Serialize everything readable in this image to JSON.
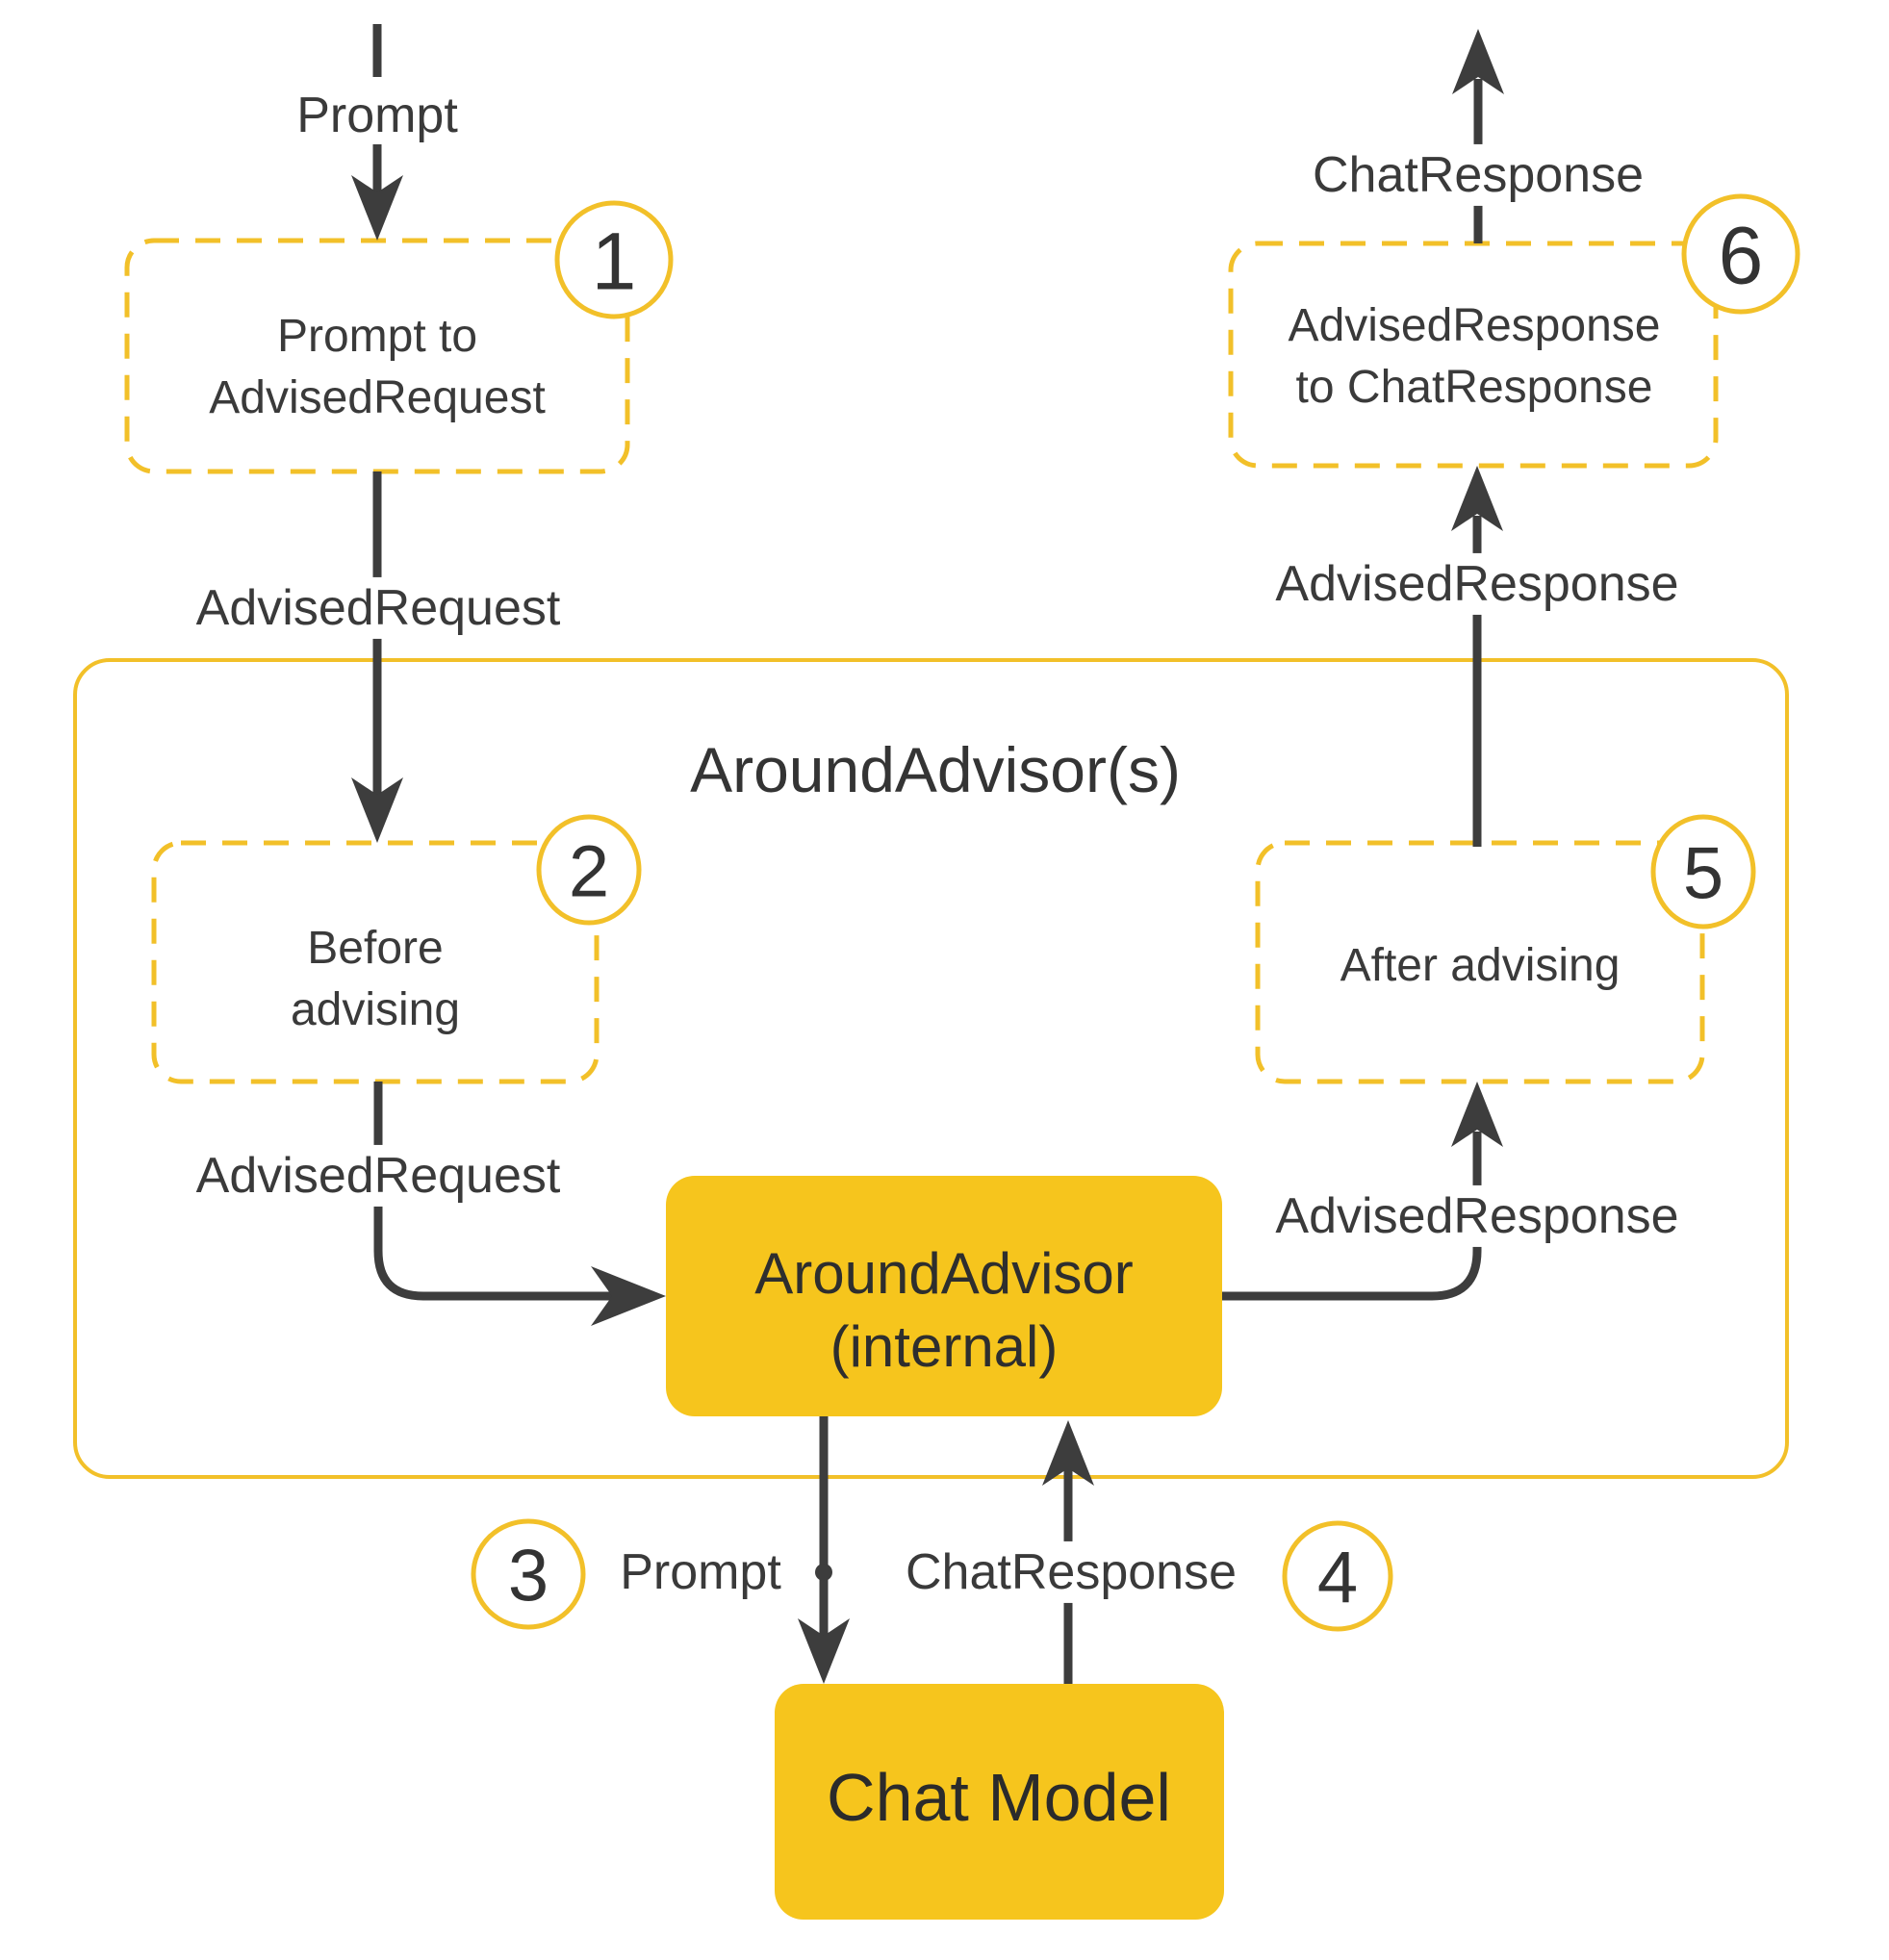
{
  "colors": {
    "accent_yellow_stroke": "#f2c029",
    "node_fill_yellow": "#f6c51d",
    "ink_dark": "#3a3a3a"
  },
  "container": {
    "title": "AroundAdvisor(s)"
  },
  "steps": {
    "step1": {
      "number": "1",
      "line1": "Prompt to",
      "line2": "AdvisedRequest"
    },
    "step2": {
      "number": "2",
      "line1": "Before",
      "line2": "advising"
    },
    "step3": {
      "number": "3"
    },
    "step4": {
      "number": "4"
    },
    "step5": {
      "number": "5",
      "label": "After advising"
    },
    "step6": {
      "number": "6",
      "line1": "AdvisedResponse",
      "line2": "to ChatResponse"
    }
  },
  "nodes": {
    "around_advisor_internal": {
      "line1": "AroundAdvisor",
      "line2": "(internal)"
    },
    "chat_model": {
      "label": "Chat Model"
    }
  },
  "edge_labels": {
    "prompt_in": "Prompt",
    "advised_request_upper": "AdvisedRequest",
    "advised_request_inner": "AdvisedRequest",
    "prompt_internal": "Prompt",
    "chat_response_internal": "ChatResponse",
    "advised_response_inner": "AdvisedResponse",
    "advised_response_upper": "AdvisedResponse",
    "chat_response_out": "ChatResponse"
  }
}
